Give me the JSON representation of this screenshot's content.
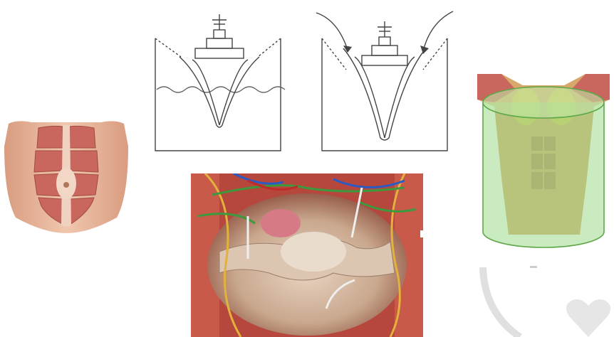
{
  "figures": [
    {
      "icon": "abdominal-muscles-illustration"
    },
    {
      "icon": "ship-in-water-comparison-diagram"
    },
    {
      "icon": "surgical-pelvic-anatomy-render"
    },
    {
      "icon": "torso-muscles-with-green-cylinder"
    }
  ],
  "decor": {
    "icon": "heart-icon"
  },
  "colors": {
    "muscle": "#c9675f",
    "skin": "#e9b99e",
    "cylinder": "#9fd88a",
    "cylinder_edge": "#5fa84a",
    "diagram_line": "#444444",
    "heart": "#e6e6e6"
  }
}
